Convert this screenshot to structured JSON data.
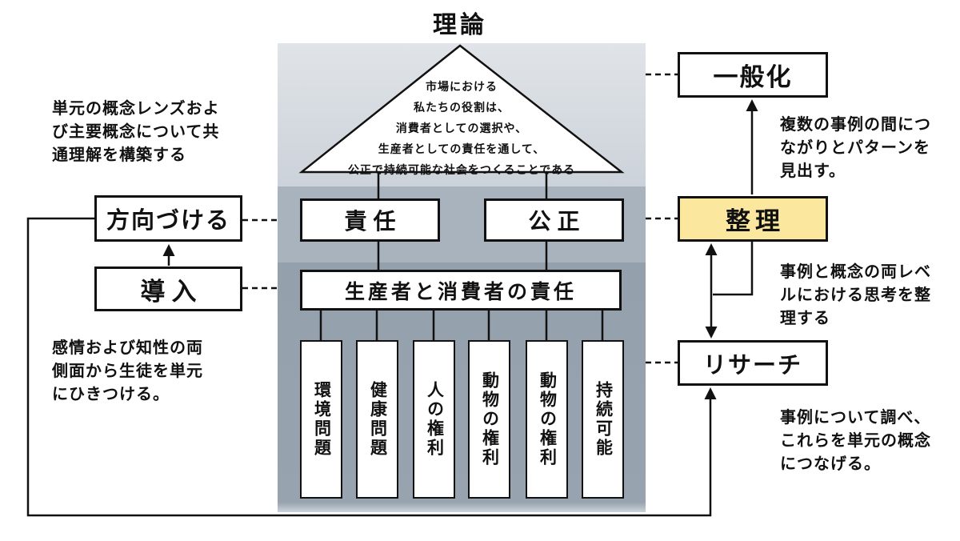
{
  "title": "理論",
  "center_block": {
    "triangle_statement": "市場における\n私たちの役割は、\n消費者としての選択や、\n生産者としての責任を通して、\n公正で持続可能な社会をつくることである",
    "concept_left": "責任",
    "concept_right": "公正",
    "supporting_concept": "生産者と消費者の責任",
    "cases": [
      "環境問題",
      "健康問題",
      "人の権利",
      "動物の権利",
      "動物の権利",
      "持続可能"
    ]
  },
  "left_column": {
    "orient": {
      "label": "方向づける",
      "note": "単元の概念レンズおよ\nび主要概念について共\n通理解を構築する"
    },
    "intro": {
      "label": "導入",
      "note": "感情および知性の両\n側面から生徒を単元\nにひきつける。"
    }
  },
  "right_column": {
    "generalize": {
      "label": "一般化",
      "note": "複数の事例の間につ\nながりとパターンを\n見出す。"
    },
    "organize": {
      "label": "整理",
      "note": "事例と概念の両レベ\nルにおける思考を整\n理する"
    },
    "research": {
      "label": "リサーチ",
      "note": "事例について調べ、\nこれらを単元の概念\nにつなげる。"
    }
  },
  "colors": {
    "organize_highlight": "#fbe89e",
    "band_theory": "#d3d8dd",
    "band_concepts": "#a9b3bd",
    "band_cases": "#96a1ae",
    "line": "#111111",
    "box_background": "#ffffff"
  }
}
